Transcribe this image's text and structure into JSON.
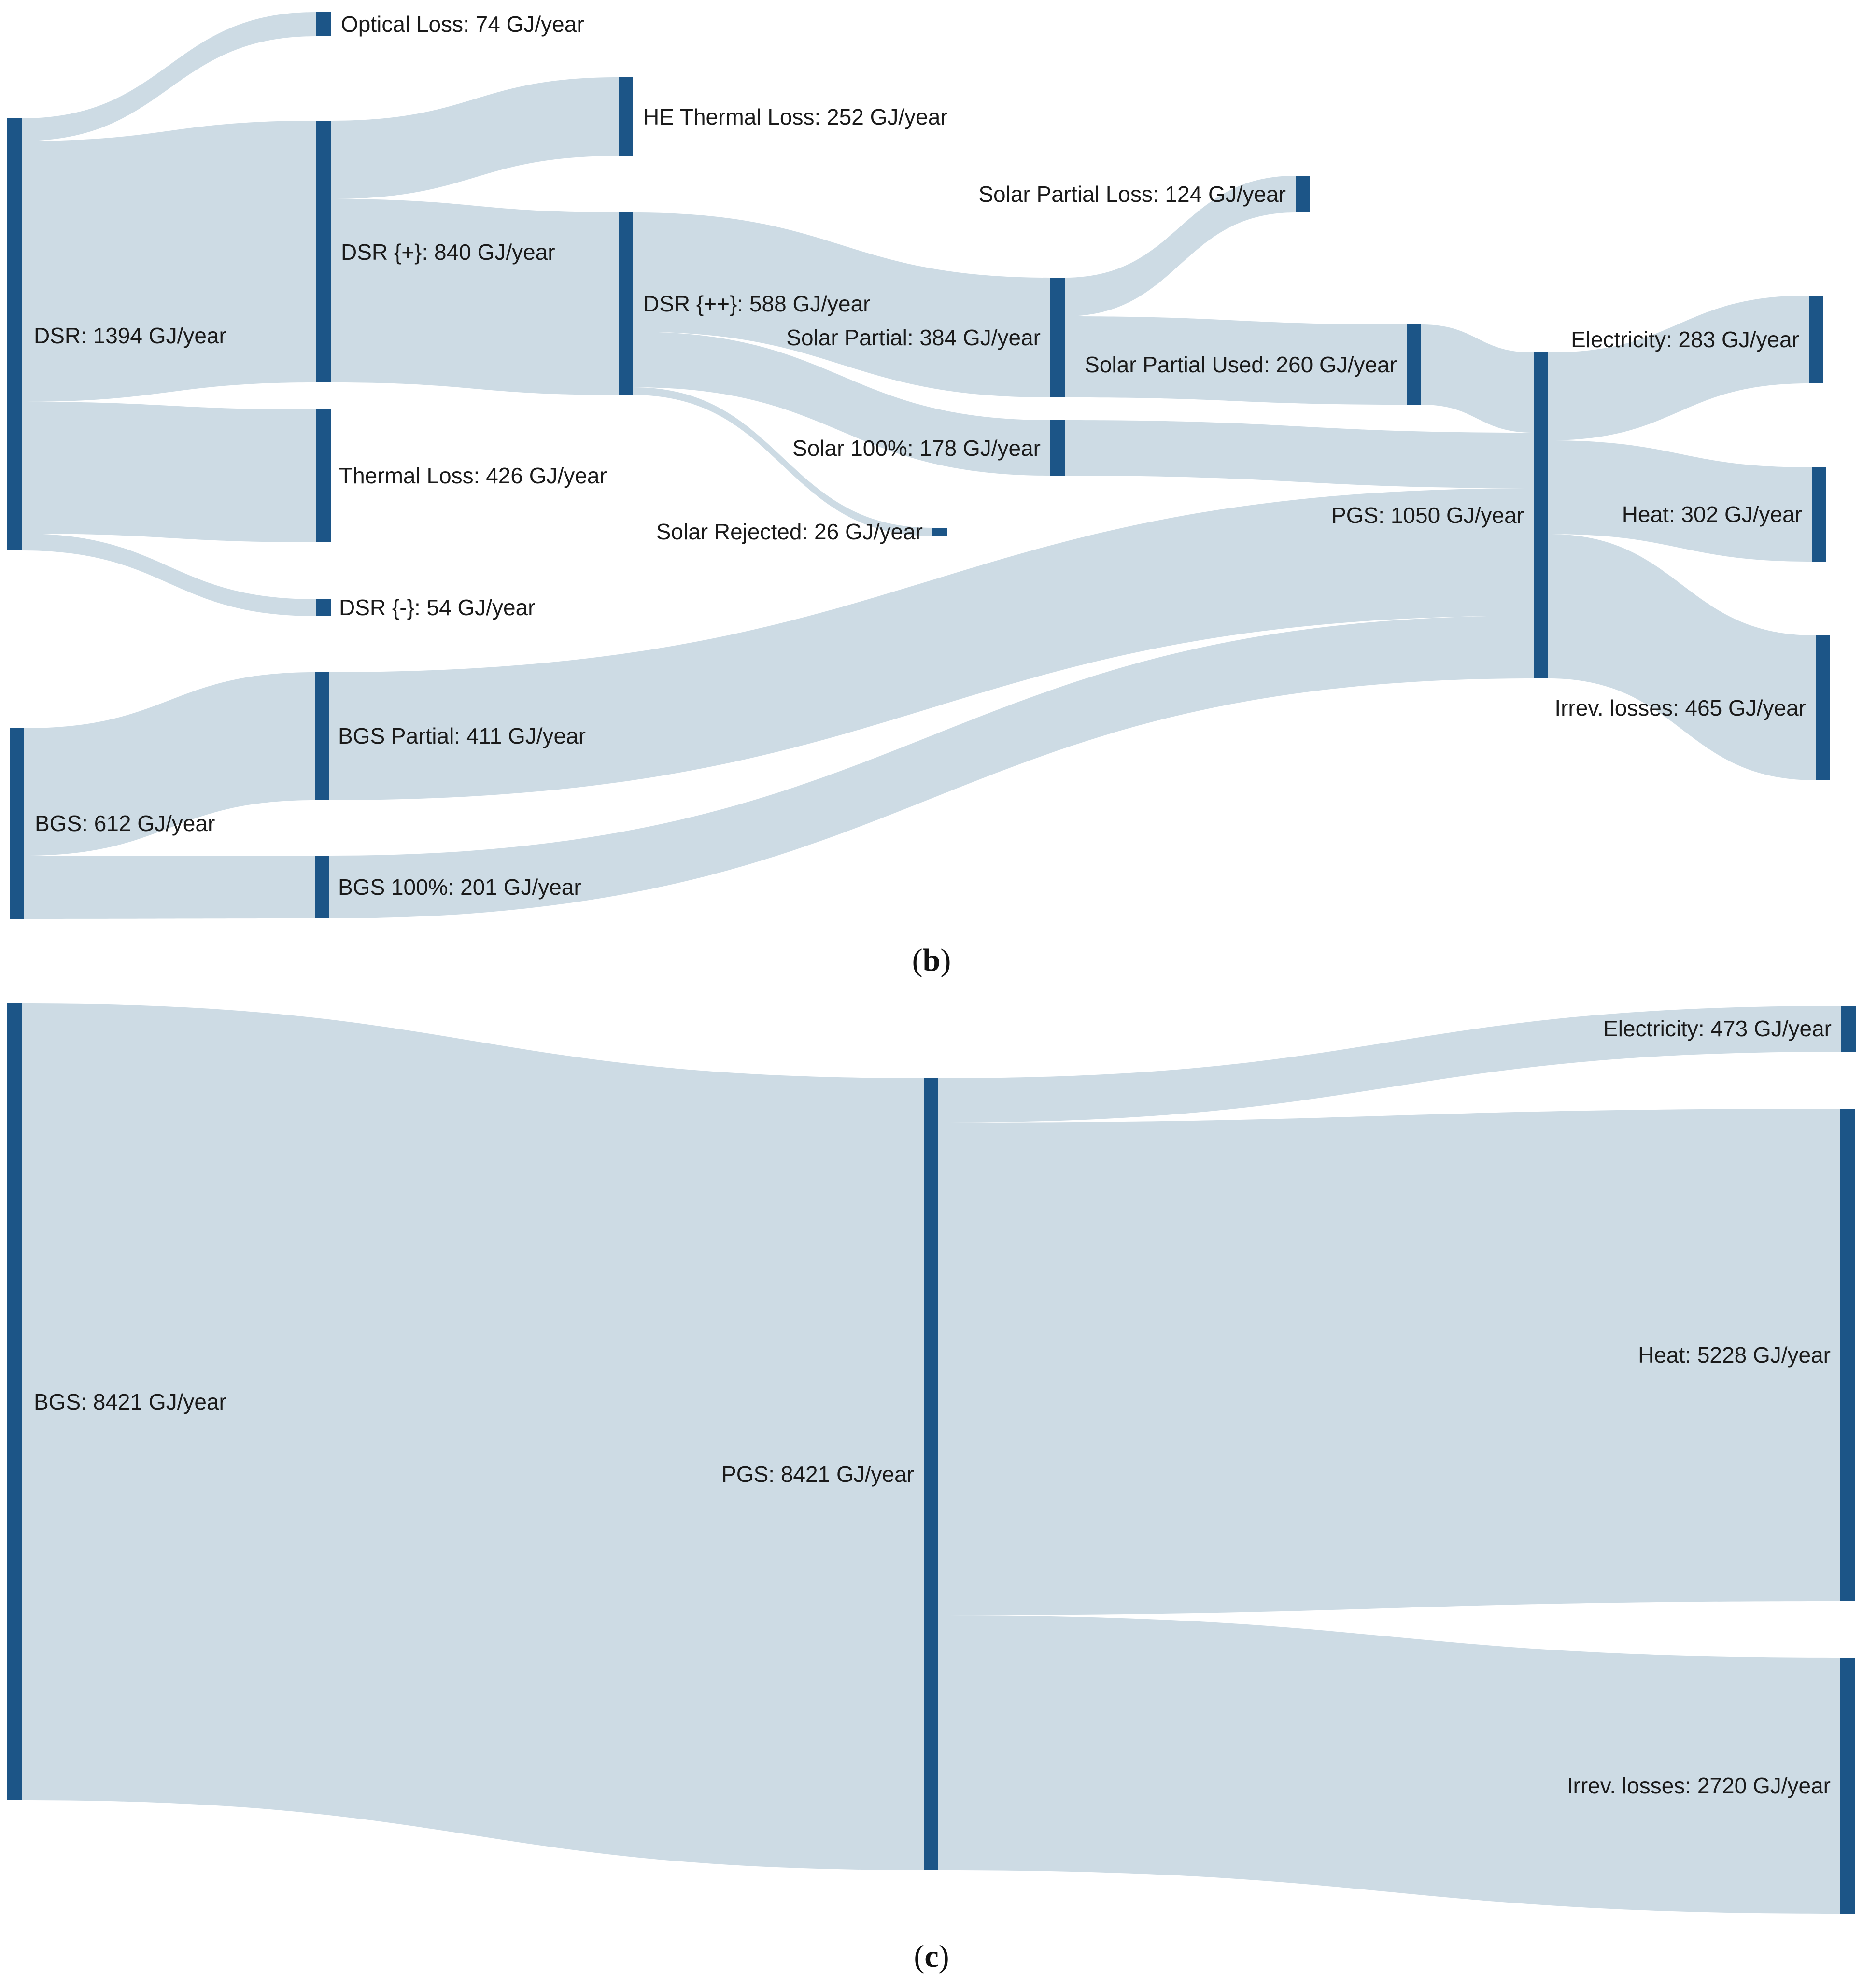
{
  "colors": {
    "link": "#cddbe4",
    "node": "#1c5587",
    "text": "#1a1a1a"
  },
  "diagrams": [
    {
      "caption_letter": "b",
      "nodes": [
        {
          "id": "dsr",
          "label": "DSR: 1394 GJ/year"
        },
        {
          "id": "optical",
          "label": "Optical Loss: 74 GJ/year"
        },
        {
          "id": "dsrp",
          "label": "DSR {+}: 840 GJ/year"
        },
        {
          "id": "thermal",
          "label": "Thermal Loss: 426 GJ/year"
        },
        {
          "id": "dsrm",
          "label": "DSR {-}: 54 GJ/year"
        },
        {
          "id": "he",
          "label": "HE Thermal Loss: 252 GJ/year"
        },
        {
          "id": "dsrpp",
          "label": "DSR {++}: 588 GJ/year"
        },
        {
          "id": "sp",
          "label": "Solar Partial: 384 GJ/year"
        },
        {
          "id": "s100",
          "label": "Solar 100%: 178 GJ/year"
        },
        {
          "id": "srej",
          "label": "Solar Rejected: 26 GJ/year"
        },
        {
          "id": "spl",
          "label": "Solar Partial Loss: 124 GJ/year"
        },
        {
          "id": "spu",
          "label": "Solar Partial Used: 260 GJ/year"
        },
        {
          "id": "pgs",
          "label": "PGS: 1050 GJ/year"
        },
        {
          "id": "elec",
          "label": "Electricity: 283 GJ/year"
        },
        {
          "id": "heat",
          "label": "Heat: 302 GJ/year"
        },
        {
          "id": "irrev",
          "label": "Irrev. losses: 465 GJ/year"
        },
        {
          "id": "bgs",
          "label": "BGS: 612 GJ/year"
        },
        {
          "id": "bgsp",
          "label": "BGS Partial: 411 GJ/year"
        },
        {
          "id": "bgs100",
          "label": "BGS 100%: 201 GJ/year"
        }
      ],
      "links": [
        {
          "source": "dsr",
          "target": "optical",
          "value": 74
        },
        {
          "source": "dsr",
          "target": "dsrp",
          "value": 840
        },
        {
          "source": "dsr",
          "target": "thermal",
          "value": 426
        },
        {
          "source": "dsr",
          "target": "dsrm",
          "value": 54
        },
        {
          "source": "dsrp",
          "target": "he",
          "value": 252
        },
        {
          "source": "dsrp",
          "target": "dsrpp",
          "value": 588
        },
        {
          "source": "dsrpp",
          "target": "sp",
          "value": 384
        },
        {
          "source": "dsrpp",
          "target": "s100",
          "value": 178
        },
        {
          "source": "dsrpp",
          "target": "srej",
          "value": 26
        },
        {
          "source": "sp",
          "target": "spl",
          "value": 124
        },
        {
          "source": "sp",
          "target": "spu",
          "value": 260
        },
        {
          "source": "spu",
          "target": "pgs",
          "value": 260
        },
        {
          "source": "s100",
          "target": "pgs",
          "value": 178
        },
        {
          "source": "bgs",
          "target": "bgsp",
          "value": 411
        },
        {
          "source": "bgs",
          "target": "bgs100",
          "value": 201
        },
        {
          "source": "bgsp",
          "target": "pgs",
          "value": 411
        },
        {
          "source": "bgs100",
          "target": "pgs",
          "value": 201
        },
        {
          "source": "pgs",
          "target": "elec",
          "value": 283
        },
        {
          "source": "pgs",
          "target": "heat",
          "value": 302
        },
        {
          "source": "pgs",
          "target": "irrev",
          "value": 465
        }
      ]
    },
    {
      "caption_letter": "c",
      "nodes": [
        {
          "id": "bgs",
          "label": "BGS: 8421 GJ/year"
        },
        {
          "id": "pgs",
          "label": "PGS: 8421 GJ/year"
        },
        {
          "id": "elec",
          "label": "Electricity: 473 GJ/year"
        },
        {
          "id": "heat",
          "label": "Heat: 5228 GJ/year"
        },
        {
          "id": "irrev",
          "label": "Irrev. losses: 2720 GJ/year"
        }
      ],
      "links": [
        {
          "source": "bgs",
          "target": "pgs",
          "value": 8421
        },
        {
          "source": "pgs",
          "target": "elec",
          "value": 473
        },
        {
          "source": "pgs",
          "target": "heat",
          "value": 5228
        },
        {
          "source": "pgs",
          "target": "irrev",
          "value": 2720
        }
      ]
    }
  ]
}
